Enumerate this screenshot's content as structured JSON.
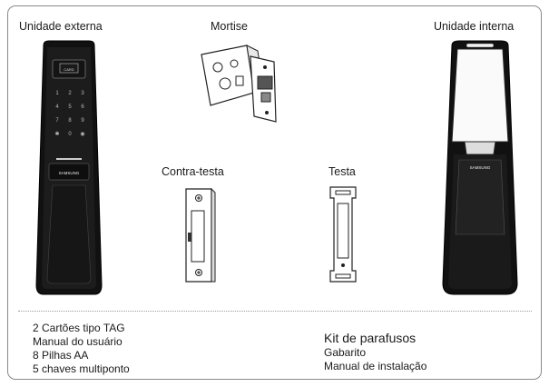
{
  "components": {
    "outer_unit": "Unidade externa",
    "mortise": "Mortise",
    "inner_unit": "Unidade interna",
    "strike_box": "Contra-testa",
    "strike_plate": "Testa"
  },
  "outer_unit_details": {
    "keypad_keys": [
      "1",
      "2",
      "3",
      "4",
      "5",
      "6",
      "7",
      "8",
      "9",
      "✱",
      "0",
      "◉"
    ],
    "card_area_label": "CARD",
    "brand": "SAMSUNG"
  },
  "inner_unit_details": {
    "brand": "SAMSUNG"
  },
  "accessories_left": [
    "2 Cartões tipo TAG",
    "Manual do usuário",
    "8 Pilhas AA",
    "5 chaves multiponto"
  ],
  "accessories_right": {
    "title": "Kit de parafusos",
    "items": [
      "Gabarito",
      "Manual de instalação"
    ]
  }
}
